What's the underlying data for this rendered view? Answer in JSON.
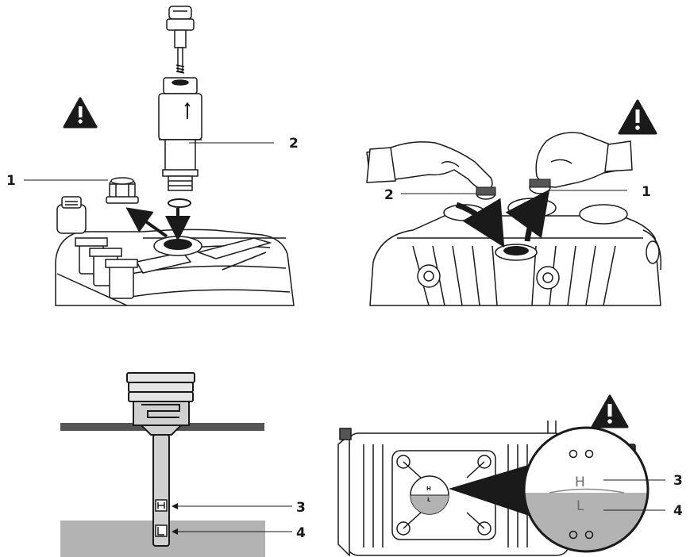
{
  "panels": {
    "top_left": {
      "warning_icon": "warning-triangle-icon",
      "callout_1": "1",
      "callout_2": "2"
    },
    "top_right": {
      "warning_icon": "warning-triangle-icon",
      "callout_1": "1",
      "callout_2": "2"
    },
    "bottom_left": {
      "callout_3": "3",
      "callout_4": "4"
    },
    "bottom_right": {
      "warning_icon": "warning-triangle-icon",
      "gauge_high": "H",
      "gauge_low": "L",
      "callout_3": "3",
      "callout_4": "4"
    }
  },
  "colors": {
    "ink": "#1a1a1a",
    "oil": "#b3b3b3",
    "surface": "#555555"
  }
}
